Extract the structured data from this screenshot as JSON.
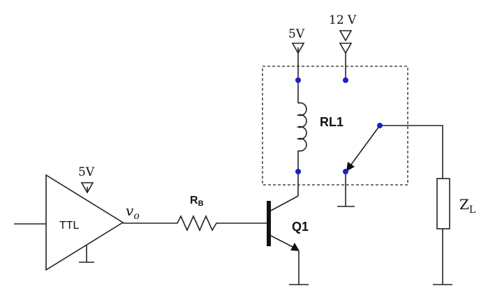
{
  "diagram": {
    "supply_5v_relay": "5V",
    "supply_12v": "12 V",
    "supply_5v_ttl": "5V",
    "relay_label": "RL1",
    "ttl_label": "TTL",
    "output_label": "v",
    "output_sub": "o",
    "resistor_label": "R",
    "resistor_sub": "B",
    "transistor_label": "Q1",
    "load_label": "Z",
    "load_sub": "L"
  }
}
